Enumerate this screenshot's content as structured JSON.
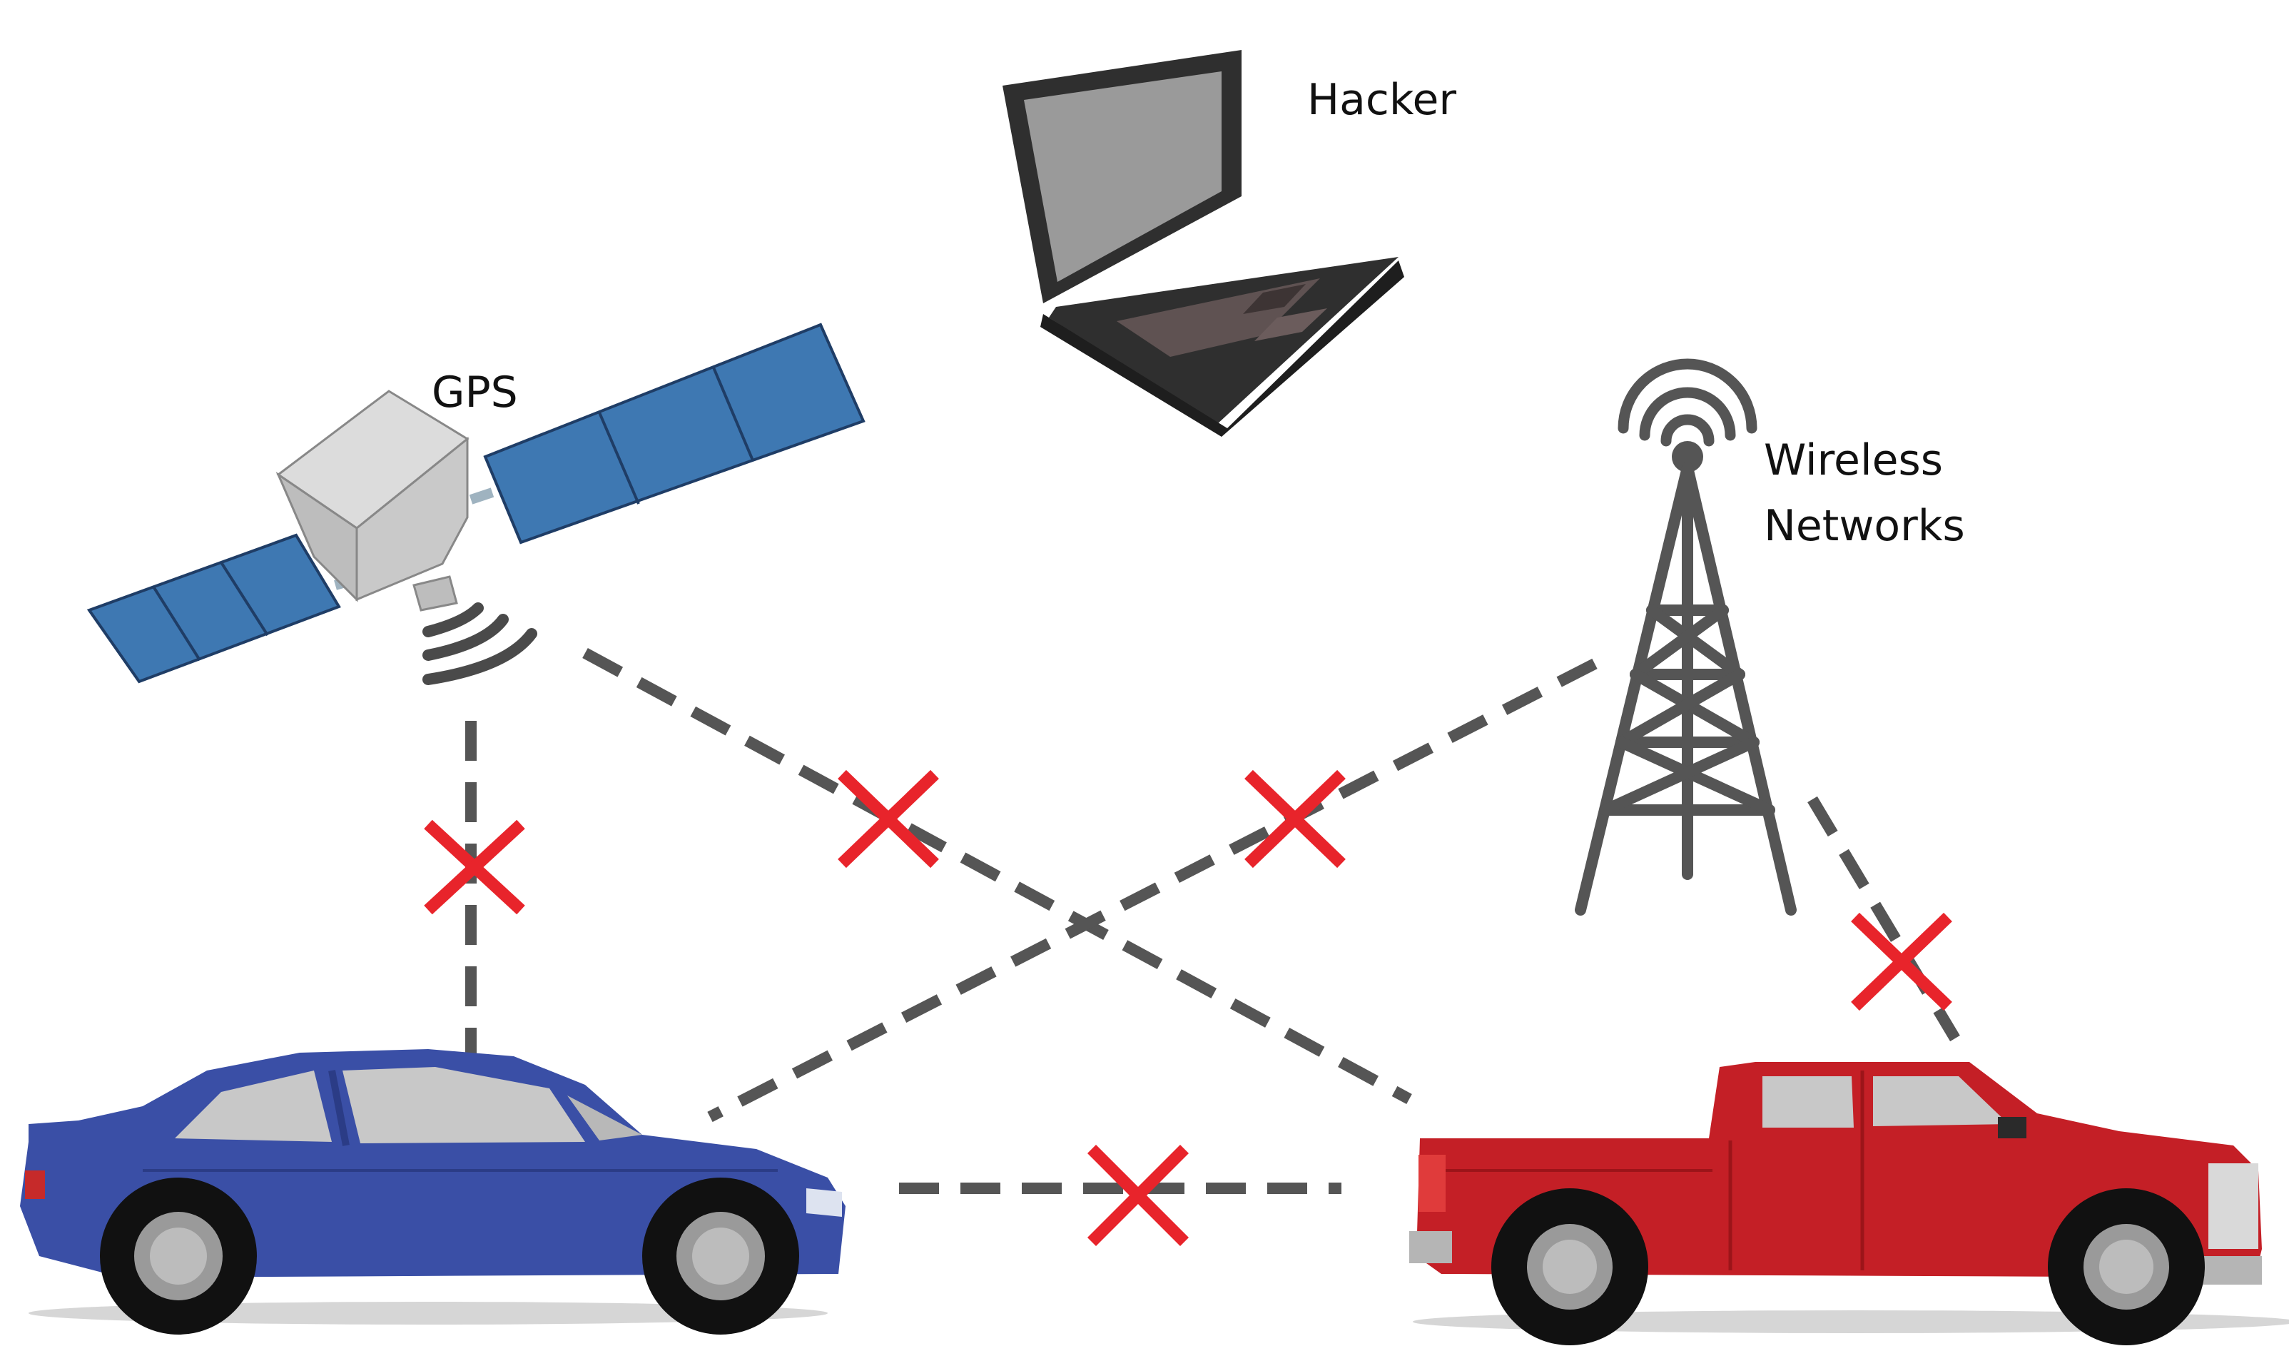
{
  "labels": {
    "hacker": "Hacker",
    "gps": "GPS",
    "wireless_line1": "Wireless",
    "wireless_line2": "Networks"
  },
  "colors": {
    "link_dash": "#555555",
    "blocked_x": "#e8242b",
    "car_body": "#3a4fa6",
    "truck_body": "#c41f26",
    "solar_panel": "#3e78b2",
    "tower": "#555555",
    "laptop_body": "#2f2f2f",
    "laptop_screen": "#9a9a9a"
  },
  "icons": [
    "laptop-icon",
    "satellite-icon",
    "signal-waves-icon",
    "cell-tower-icon",
    "car-icon",
    "pickup-truck-icon",
    "blocked-x-icon"
  ],
  "links": [
    {
      "from": "gps",
      "to": "car",
      "blocked": true
    },
    {
      "from": "gps",
      "to": "truck",
      "blocked": true
    },
    {
      "from": "tower",
      "to": "car",
      "blocked": true
    },
    {
      "from": "tower",
      "to": "truck",
      "blocked": true
    },
    {
      "from": "car",
      "to": "truck",
      "blocked": true
    }
  ]
}
